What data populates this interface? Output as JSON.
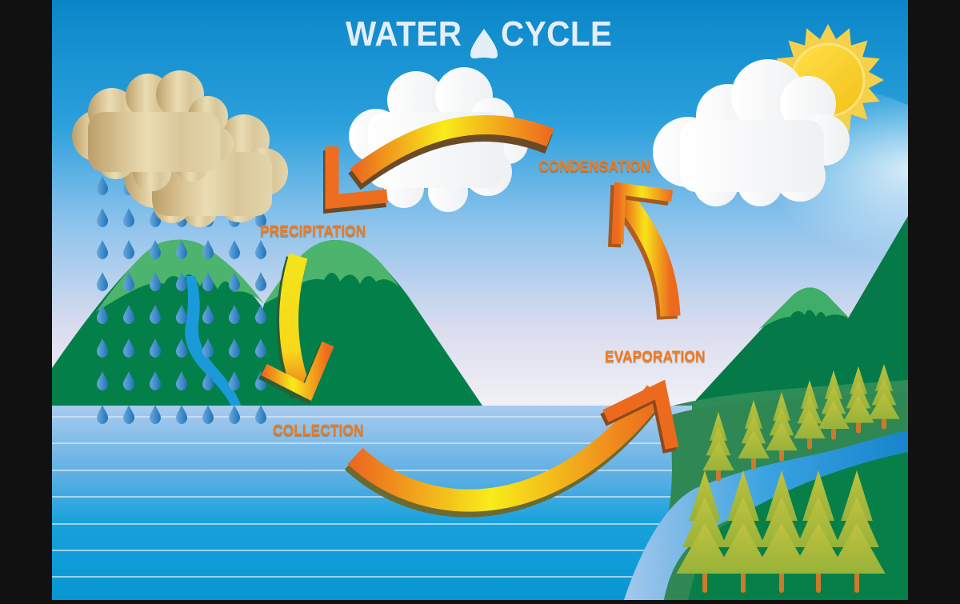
{
  "title": {
    "word_left": "WATER",
    "word_right": "CYCLE",
    "icon": "water-drop-icon"
  },
  "stages": [
    {
      "id": "precipitation",
      "label": "PRECIPITATION"
    },
    {
      "id": "collection",
      "label": "COLLECTION"
    },
    {
      "id": "evaporation",
      "label": "EVAPORATION"
    },
    {
      "id": "condensation",
      "label": "CONDENSATION"
    }
  ],
  "colors": {
    "sky_top": "#0a86c8",
    "sky_mid": "#6fb4e6",
    "sky_horizon": "#eeeef5",
    "water_top": "#a7c9ec",
    "water_bottom": "#0a9ad6",
    "mountain_dark": "#03804a",
    "mountain_light": "#4cb46c",
    "rain_cloud": "#d6c195",
    "white_cloud": "#ffffff",
    "sun": "#f7cf2a",
    "arrow_orange": "#ec6e1e",
    "arrow_yellow": "#f8ec1a",
    "label_orange": "#ef7a1f",
    "tree": "#a2b83a",
    "trunk": "#cc7a2b",
    "river": "#1a9ad8",
    "frame": "#111111"
  },
  "scene": {
    "rain_grid": {
      "columns": 7,
      "rows": 8
    },
    "foreground_trees": 5,
    "background_trees": 7
  }
}
